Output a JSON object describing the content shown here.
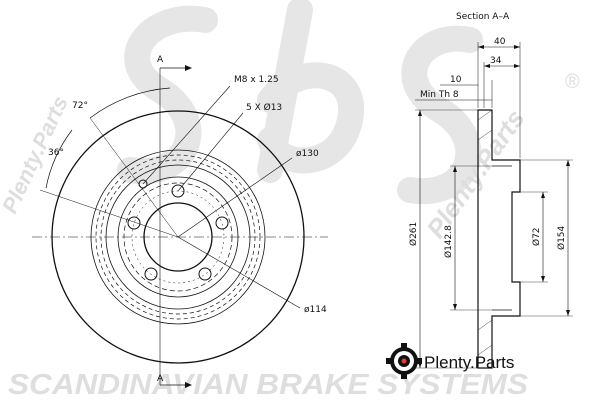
{
  "section_title": "Section A–A",
  "section_markers": [
    "A",
    "A"
  ],
  "front_view": {
    "angle_72": "72°",
    "angle_36": "36°",
    "thread_label": "M8 x 1.25",
    "holes_label": "5 X Ø13",
    "bolt_circle_label": "ø130",
    "center_bore_label": "ø114"
  },
  "section_view": {
    "dim_40": "40",
    "dim_34": "34",
    "dim_10": "10",
    "min_thickness_label": "Min Th 8",
    "outer_diameter_label": "Ø261",
    "hat_diameter_label": "Ø142.8",
    "bore_diameter_label": "Ø72",
    "hat_outer_label": "Ø154"
  },
  "watermarks": {
    "brand_line": "SCANDINAVIAN BRAKE SYSTEMS",
    "plenty_diag": "Plenty.Parts",
    "registered": "®"
  },
  "logo": {
    "text": "Plenty.Parts",
    "icon": "plenty-gear-icon"
  },
  "colors": {
    "line": "#111111",
    "watermark": "#dedede",
    "logo_dot": "#e53935"
  }
}
